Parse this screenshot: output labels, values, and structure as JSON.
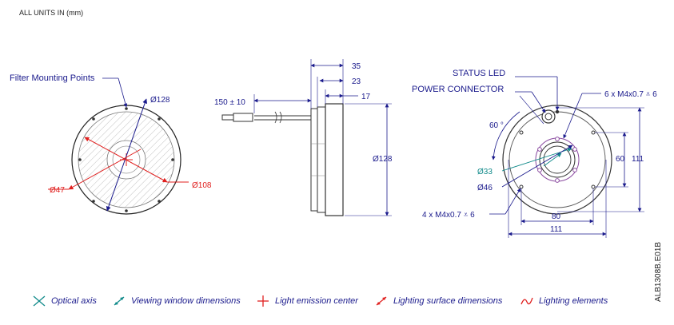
{
  "header": {
    "units_note": "ALL UNITS IN (mm)"
  },
  "front_view": {
    "label_filter": "Filter Mounting Points",
    "dia_outer": "Ø128",
    "dia_inner": "Ø47",
    "dia_surface": "Ø108"
  },
  "side_view": {
    "dim_35": "35",
    "dim_23": "23",
    "dim_17": "17",
    "cable_len": "150 ± 10",
    "dia_side": "Ø128"
  },
  "back_view": {
    "status_led": "STATUS LED",
    "power_connector": "POWER CONNECTOR",
    "thread_6": "6 x M4x0.7 ⩡ 6",
    "thread_4": "4 x M4x0.7 ⩡ 6",
    "angle": "60 °",
    "dia_33": "Ø33",
    "dia_46": "Ø46",
    "dim_60": "60",
    "dim_111_v": "111",
    "dim_80": "80",
    "dim_111_h": "111"
  },
  "legend": {
    "optical_axis": "Optical axis",
    "viewing_window": "Viewing window dimensions",
    "emission_center": "Light emission center",
    "surface_dims": "Lighting surface dimensions",
    "elements": "Lighting elements"
  },
  "drawing_code": "ALB1308B.E01B",
  "colors": {
    "line": "#1a1a8c",
    "red": "#e0201f",
    "teal": "#108a8a",
    "purple": "#8a4aa0"
  }
}
